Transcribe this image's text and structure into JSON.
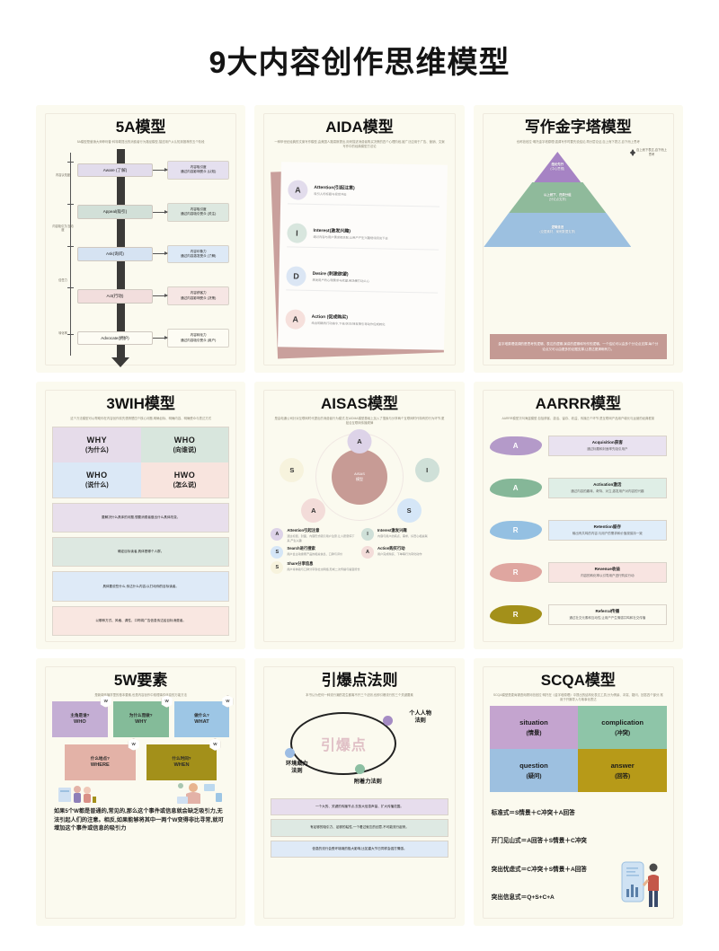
{
  "header": {
    "title": "9大内容创作思维模型"
  },
  "cards": {
    "fiveA": {
      "title": "5A模型",
      "subtitle": "5A模型是营销大师菲利普·科特勒提出的消费者行为路径模型,描述用户从认知到推荐的五个阶段",
      "axis_labels": [
        "内容认知度",
        "内容吸引力/互动度",
        "信任力",
        "转化率"
      ],
      "stages": [
        {
          "label": "Aware (了解)",
          "desc_title": "内容吸引度",
          "desc": "通过内容影响受众 (认知)"
        },
        {
          "label": "Appeal(吸引)",
          "desc_title": "内容吸引度",
          "desc": "通过内容吸引受众 (关注)"
        },
        {
          "label": "Ask(询问)",
          "desc_title": "内容印象力",
          "desc": "通过内容激发受众 (了解)"
        },
        {
          "label": "Act(行动)",
          "desc_title": "内容获客力",
          "desc": "通过内容影响受众 (决策)"
        },
        {
          "label": "Advocate(拥护)",
          "desc_title": "内容转化力",
          "desc": "通过内容吸引受众 (用户)"
        }
      ]
    },
    "aida": {
      "title": "AIDA模型",
      "subtitle": "一种甲世纪经典的文案写作模型,由美国人路易斯提出,用来描述消费者购买决策的四个心理阶段,被广泛应用于广告、营销、文案写作中的经典模型方法论",
      "items": [
        {
          "letter": "A",
          "title": "Attention(引起注意)",
          "desc": "吸引人的标题与视觉冲击"
        },
        {
          "letter": "I",
          "title": "Interest(激发兴趣)",
          "desc": "通过内容与用户需求相关联,让用户产生兴趣继续阅读下去"
        },
        {
          "letter": "D",
          "title": "Desire (刺激欲望)",
          "desc": "激发用户的心理需求与欲望,用场景打动人心"
        },
        {
          "letter": "A",
          "title": "Action (促成购买)",
          "desc": "给出明确的行动指令,下单/关注/转发等引导动作促成转化"
        }
      ]
    },
    "pyramid": {
      "title": "写作金字塔模型",
      "subtitle": "也称芭芭拉·明托金字塔原理,强调写作时要先说结论,再分层论证,自上而下表达,自下而上思考",
      "levels": [
        {
          "title": "结论先行",
          "desc": "(中心思想)"
        },
        {
          "title": "以上统下、归类分组",
          "desc": "(分论点支撑)"
        },
        {
          "title": "逻辑递进",
          "desc": "(论据素材、案例数据支撑)"
        }
      ],
      "side_note": "自上而下表达,自下而上思考",
      "note": "金字塔原理强调的是思考的逻辑、表达的逻辑,演讲的逻辑和写作的逻辑。一个结论可以由多个分论点支撑,每个分论点又可以由更多的论据支撑,让表达更清晰有力。"
    },
    "threeWIH": {
      "title": "3WIH模型",
      "subtitle": "这个万法模型可以帮助你在内容创作前先想清楚四个核心问题,明确目标、明确内容、明确受众与表达方式",
      "cells": [
        {
          "en": "WHY",
          "zh": "(为什么)"
        },
        {
          "en": "WHO",
          "zh": "(向谁说)"
        },
        {
          "en": "WHO",
          "zh": "(说什么)"
        },
        {
          "en": "HWO",
          "zh": "(怎么说)"
        }
      ],
      "bars": [
        "要解决什么具体的问题,想要消费者做出什么具体改变。",
        "确定目标读者,具体是哪个人群。",
        "具体要说些什么,传达什么内容,以打动你的目标读者。",
        "以哪种方式、风格、调性、口吻将广告信息传达给目标消费者。"
      ]
    },
    "aisas": {
      "title": "AISAS模型",
      "subtitle": "是由电通公司针对互联网时代提出的消费者行为模式,在AIDMA模型基础上加入了搜索与分享两个互联网时代特有的行为环节,更贴合互联网传播规律",
      "center": {
        "line1": "AISAS",
        "line2": "模型"
      },
      "nodes": [
        "A",
        "I",
        "S",
        "A",
        "S"
      ],
      "legend": [
        {
          "letter": "A",
          "title": "Attention引起注意",
          "desc": "通过标题、封面、内容形式吸引用户注意,让人愿意停下来,产生兴趣"
        },
        {
          "letter": "I",
          "title": "Interest激发兴趣",
          "desc": "内容与用户的痛点、需求、好奇心相关联"
        },
        {
          "letter": "S",
          "title": "Search进行搜索",
          "desc": "用户会主动搜索产品的相关信息、口碑与评价"
        },
        {
          "letter": "A",
          "title": "Action购买行动",
          "desc": "用户完成购买、下单等行为转化动作"
        },
        {
          "letter": "S",
          "title": "Share分享信息",
          "desc": "用户将体验与口碑分享到社交网络,形成二次传播与裂变增长"
        }
      ]
    },
    "aarrr": {
      "title": "AARRR模型",
      "subtitle": "AARRR模型又叫海盗模型,包括获客、激活、留存、收益、传播五个环节,是互联网产品用户增长与运营的经典框架",
      "items": [
        {
          "letter": "A",
          "title": "Acquisition获客",
          "desc": "通过标题和封面率先吸引用户"
        },
        {
          "letter": "A",
          "title": "Activation激活",
          "desc": "通过内容的趣味、奇特、对立,激发用户对内容的兴趣"
        },
        {
          "letter": "R",
          "title": "Retention留存",
          "desc": "输出有共鸣的内容,与用户的需求和价值观保持一致"
        },
        {
          "letter": "R",
          "title": "Revenue收益",
          "desc": "内容的转化率以引导用户进行购买行动"
        },
        {
          "letter": "R",
          "title": "Referral传播",
          "desc": "通过社交元素和互动性,让用户产生情感共鸣和社交传播"
        }
      ]
    },
    "fiveW": {
      "title": "5W要素",
      "subtitle": "是新闻传播学里的基本要素,也是内容创作中梳理事件信息的万能方法",
      "cards": [
        {
          "zh": "主角是谁?",
          "en": "WHO",
          "badge": "W"
        },
        {
          "zh": "为什么而做?",
          "en": "WHY",
          "badge": "W"
        },
        {
          "zh": "做什么?",
          "en": "WHAT",
          "badge": "W"
        },
        {
          "zh": "什么地点?",
          "en": "WHERE",
          "badge": "W"
        },
        {
          "zh": "什么时间?",
          "en": "WHEN",
          "badge": "W"
        }
      ],
      "note": "如果5个W都是普通的,常见的,那么这个事件或信息就会缺乏吸引力,无法引起人们的注意。相反,如果能够将其中一两个W变得非比寻常,就可增加这个事件或信息的吸引力"
    },
    "tipping": {
      "title": "引爆点法则",
      "subtitle": "本书认为任何一种流行潮的发生都离不开三个法则,也即引爆流行的三个关键要素",
      "center": "引爆点",
      "labels": [
        {
          "text": "个人人物\n法则"
        },
        {
          "text": "环境威力\n法则"
        },
        {
          "text": "附着力法则"
        }
      ],
      "bars": [
        "一个大的、关键的传播节点,去放大信息声量、扩大传播范围。",
        "有足够的吸引力、足够的粘性,一个看过就忘的创意,不可能流行起来。",
        "信息的流行会受环境境的极大影响,比如重大节日同样会强打情感。"
      ]
    },
    "scqa": {
      "title": "SCQA模型",
      "subtitle": "SCQA模型是麦肯锡咨询顾问芭芭拉·明托在《金字塔原理》中提出的结构化表达工具,分为情景、冲突、疑问、回答四个部分,常用于开篇导入与故事化表达",
      "quadrants": [
        {
          "en": "situation",
          "zh": "(情景)"
        },
        {
          "en": "complication",
          "zh": "(冲突)"
        },
        {
          "en": "question",
          "zh": "(疑问)"
        },
        {
          "en": "answer",
          "zh": "(回答)"
        }
      ],
      "formulas": [
        "标准式＝S情景＋C冲突＋A回答",
        "开门见山式＝A回答＋S情景＋C冲突",
        "突出忧虑式＝C冲突＋S情景＋A回答",
        "突出信息式＝Q+S+C+A"
      ]
    }
  },
  "colors": {
    "card_bg": "#fbfaef",
    "purple": "#c9b8da",
    "green": "#a8c6b0",
    "blue": "#aecae6",
    "pink": "#e3bdb5",
    "olive": "#a99214",
    "rose": "#c79b95"
  }
}
